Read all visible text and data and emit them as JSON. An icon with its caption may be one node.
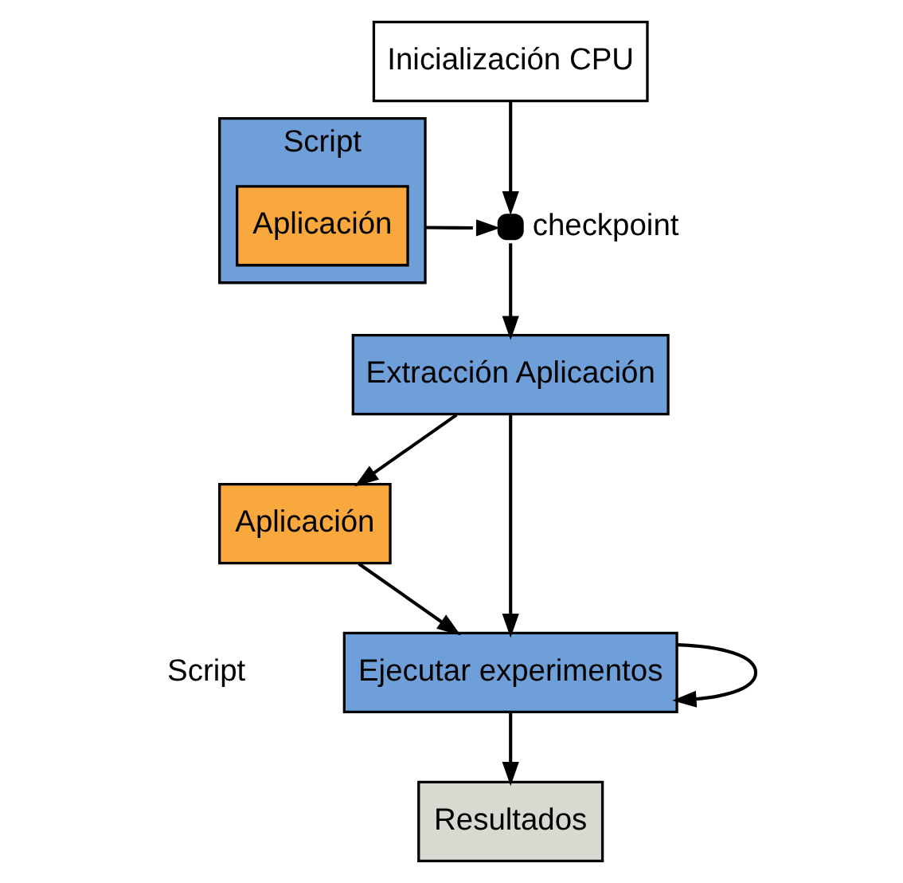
{
  "diagram": {
    "nodes": [
      {
        "text": [
          "Inicialización CPU"
        ]
      },
      {
        "text": [
          "Script"
        ]
      },
      {
        "text": [
          "Aplicación"
        ],
        "in": 1
      },
      {
        "text": [],
        "shape": "circle",
        "beside": [
          "checkpoint"
        ]
      },
      {
        "text": [
          "Extracción Aplicación"
        ]
      },
      {
        "text": [
          "Aplicación"
        ]
      },
      {
        "text": [
          "Ejecutar experimentos"
        ]
      },
      {
        "text": [
          "Resultados"
        ]
      }
    ],
    "edges": [
      {
        "from": 0,
        "to": 3,
        "arrow": "to"
      },
      {
        "from": 1,
        "to": 3,
        "arrow": "to"
      },
      {
        "from": 3,
        "to": 4,
        "arrow": "to"
      },
      {
        "from": 4,
        "to": 5,
        "arrow": "to"
      },
      {
        "from": 4,
        "to": 6,
        "arrow": "to"
      },
      {
        "from": 5,
        "to": 6,
        "arrow": "to"
      },
      {
        "from": 6,
        "to": 6,
        "arrow": "to"
      },
      {
        "from": 6,
        "to": 7,
        "arrow": "to"
      }
    ],
    "labels": [
      "Script"
    ]
  }
}
